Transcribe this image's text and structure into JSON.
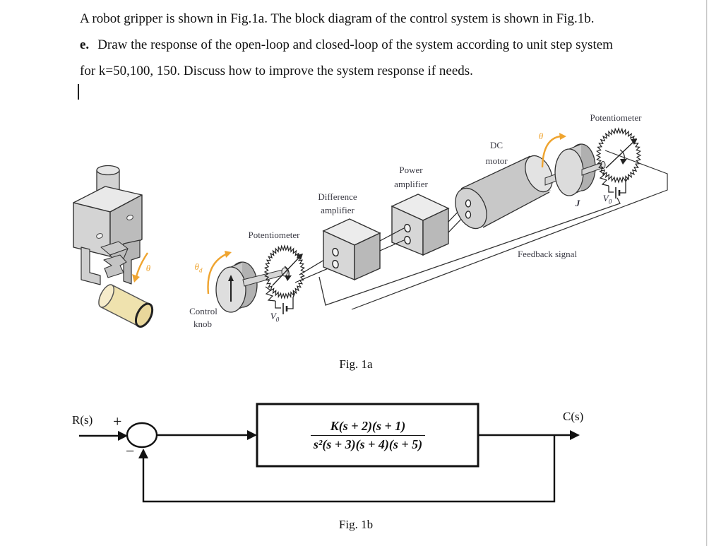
{
  "problem_text": {
    "line1": "A robot gripper is shown in Fig.1a. The block diagram of the control system is shown in Fig.1b.",
    "line2_bold": "e.",
    "line2_rest": "Draw the response of the open-loop and closed-loop of the system according to unit step system",
    "line3": "for k=50,100, 150. Discuss how to improve the system response if needs."
  },
  "fig1a": {
    "caption": "Fig. 1a",
    "labels": {
      "potentiometer_right": "Potentiometer",
      "potentiometer_left": "Potentiometer",
      "dc_motor_line1": "DC",
      "dc_motor_line2": "motor",
      "power_amp_line1": "Power",
      "power_amp_line2": "amplifier",
      "diff_amp_line1": "Difference",
      "diff_amp_line2": "amplifier",
      "control_knob_line1": "Control",
      "control_knob_line2": "knob",
      "feedback_signal": "Feedback signal",
      "theta": "θ",
      "theta_d_base": "θ",
      "theta_d_sub": "d",
      "v_base": "V",
      "v_sub": "0",
      "inertia": "J"
    },
    "colors": {
      "accent_orange": "#efa42f",
      "outline": "#333333",
      "metal_light": "#ececec",
      "metal_mid": "#d5d5d5",
      "metal_dark": "#b9b9b9",
      "object_tan": "#efe2ae"
    }
  },
  "fig1b": {
    "caption": "Fig. 1b",
    "input_label": "R(s)",
    "output_label": "C(s)",
    "plus_sign": "+",
    "minus_sign": "−",
    "tf_numerator": "K(s + 2)(s + 1)",
    "tf_denominator": "s²(s + 3)(s + 4)(s + 5)"
  }
}
